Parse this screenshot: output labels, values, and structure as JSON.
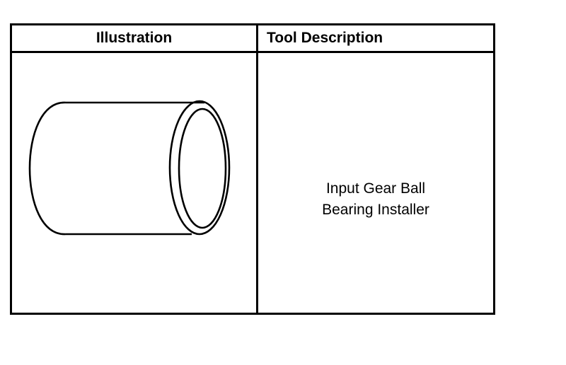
{
  "table": {
    "headers": {
      "illustration": "Illustration",
      "tool_description": "Tool Description"
    },
    "rows": [
      {
        "illustration_icon": "cylindrical-sleeve-installer-icon",
        "description": "Input Gear Ball\nBearing Installer"
      }
    ]
  }
}
